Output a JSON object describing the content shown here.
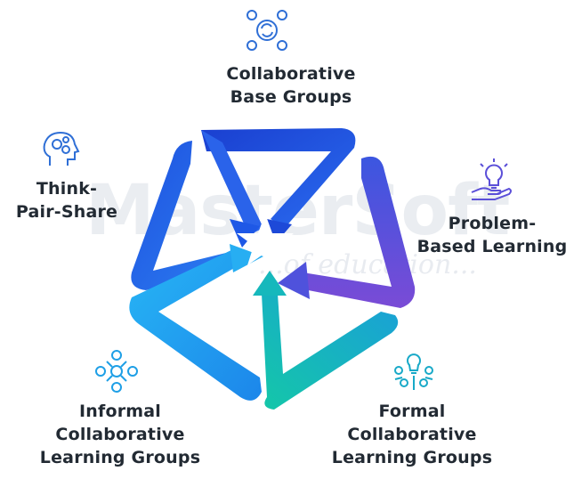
{
  "watermark": {
    "brand": "MasterSoft",
    "tagline": "...of education..."
  },
  "nodes": {
    "base": {
      "lines": [
        "Collaborative",
        "Base Groups"
      ],
      "icon": "group-cycle-icon",
      "color": "#2f6fd6"
    },
    "think": {
      "lines": [
        "Think-",
        "Pair-Share"
      ],
      "icon": "head-gears-icon",
      "color": "#2f6fd6"
    },
    "problem": {
      "lines": [
        "Problem-",
        "Based Learning"
      ],
      "icon": "hand-lightbulb-icon",
      "color": "#5b4fd8"
    },
    "informal": {
      "lines": [
        "Informal",
        "Collaborative",
        "Learning Groups"
      ],
      "icon": "network-people-icon",
      "color": "#1e9fe6"
    },
    "formal": {
      "lines": [
        "Formal",
        "Collaborative",
        "Learning Groups"
      ],
      "icon": "team-idea-icon",
      "color": "#18a9c8"
    }
  },
  "arrow_colors": {
    "top": "#1f4fd8",
    "right": "#5a45d6",
    "left": "#1c66e6",
    "bottom_left": "#1fa8ee",
    "bottom_right": "#17c2b3"
  }
}
